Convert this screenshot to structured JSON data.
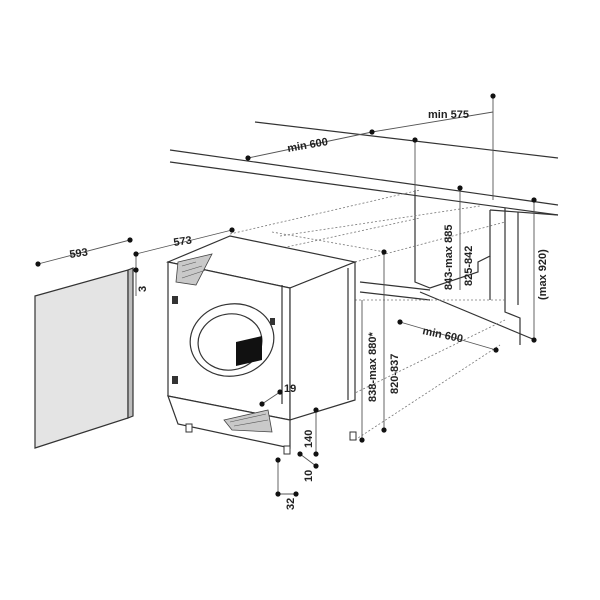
{
  "labels": {
    "min_575": "min 575",
    "min_600_top": "min 600",
    "d_593": "593",
    "d_573": "573",
    "d_3": "3",
    "d_843_885": "843-max 885",
    "d_825_842": "825-842",
    "d_max_920": "(max 920)",
    "min_600_bottom": "min 600",
    "d_838_880": "838-max 880*",
    "d_820_837": "820-837",
    "d_19": "19",
    "d_140": "140",
    "d_10": "10",
    "d_32": "32"
  },
  "colors": {
    "line": "#333333",
    "panel_front": "#e4e4e4",
    "panel_side": "#bdbdbd",
    "door_handle": "#111111"
  }
}
